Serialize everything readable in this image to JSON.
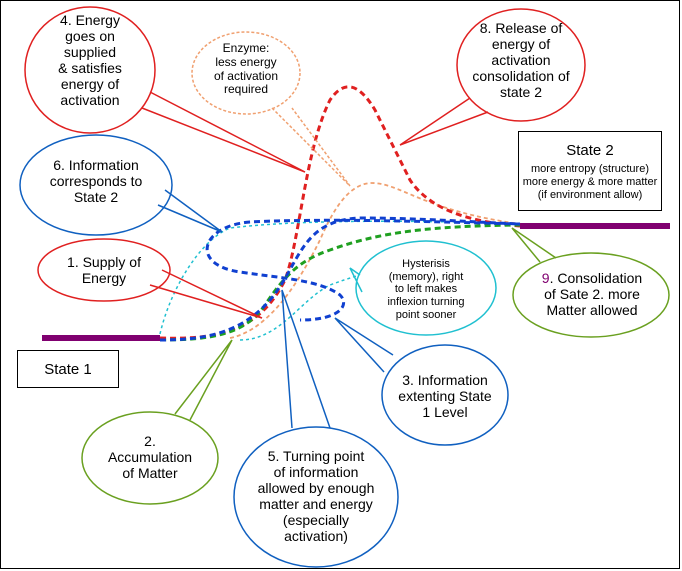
{
  "bubbles": {
    "b1": "1. Supply of\nEnergy",
    "b2": "2.\nAccumulation\nof Matter",
    "b3": "3. Information\nextenting  State\n1 Level",
    "b4": "4.  Energy\ngoes on\nsupplied\n& satisfies\nenergy of\nactivation",
    "b5": "5. Turning point\nof information\nallowed by enough\nmatter and energy\n(especially\nactivation)",
    "b6": "6. Information\ncorresponds to\nState 2",
    "b8": "8.  Release of\nenergy of\nactivation\nconsolidation of\nstate 2",
    "b9_num": "9",
    "b9_text": ". Consolidation\nof Sate 2. more\nMatter allowed",
    "enzyme": "Enzyme:\nless energy\nof activation\nrequired",
    "hysteresis": "Hysterisis\n(memory), right\nto left makes\ninflexion turning\npoint sooner"
  },
  "state1": "State 1",
  "state2": {
    "title": "State 2",
    "line1": "more entropy (structure)",
    "line2": "more energy & more matter",
    "line3": "(if environment allow)"
  },
  "colors": {
    "red": "#e02020",
    "green": "#1fa020",
    "blue": "#1040d0",
    "darkblue": "#1060c0",
    "olive": "#6aa020",
    "orange": "#f0a070",
    "cyan": "#20c0d0",
    "purple": "#800070"
  }
}
